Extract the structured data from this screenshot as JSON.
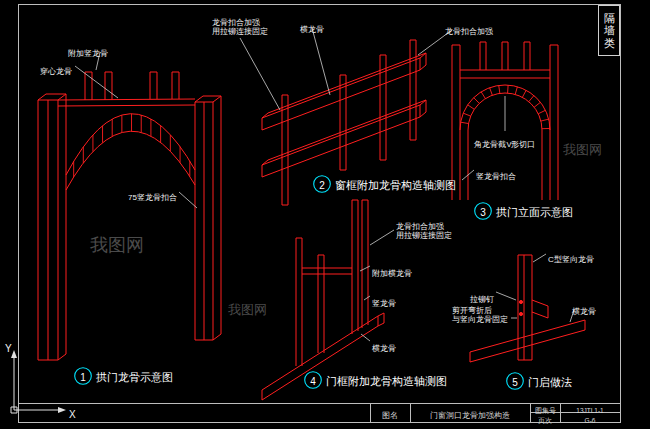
{
  "diagram": {
    "nodes": [
      {
        "text": [
          "1",
          "拱门龙骨示意图"
        ]
      },
      {
        "text": [
          "2",
          "窗框附加龙骨构造轴测图"
        ]
      },
      {
        "text": [
          "3",
          "拱门立面示意图"
        ]
      },
      {
        "text": [
          "4",
          "门框附加龙骨构造轴测图"
        ]
      },
      {
        "text": [
          "5",
          "门启做法"
        ]
      },
      {
        "text": [
          "隔墙类"
        ]
      }
    ],
    "labels": [
      "附加竖龙骨",
      "穿心龙骨",
      "75竖龙骨扣合",
      "龙骨扣合加强 用拉铆连接固定",
      "横龙骨",
      "龙骨扣合加强",
      "角龙骨截V形切口",
      "竖龙骨扣合",
      "龙骨扣合加强 用拉铆连接固定",
      "附加横龙骨",
      "竖龙骨",
      "横龙骨",
      "C型竖向龙骨",
      "横龙骨",
      "拉铆钉",
      "剪开弯折后 与竖向龙骨固定",
      "图名",
      "门窗洞口龙骨加强构造",
      "图集号",
      "13JTL1-1",
      "页次",
      "G-6",
      "Y",
      "X",
      "我图网",
      "我图网",
      "我图网"
    ]
  }
}
